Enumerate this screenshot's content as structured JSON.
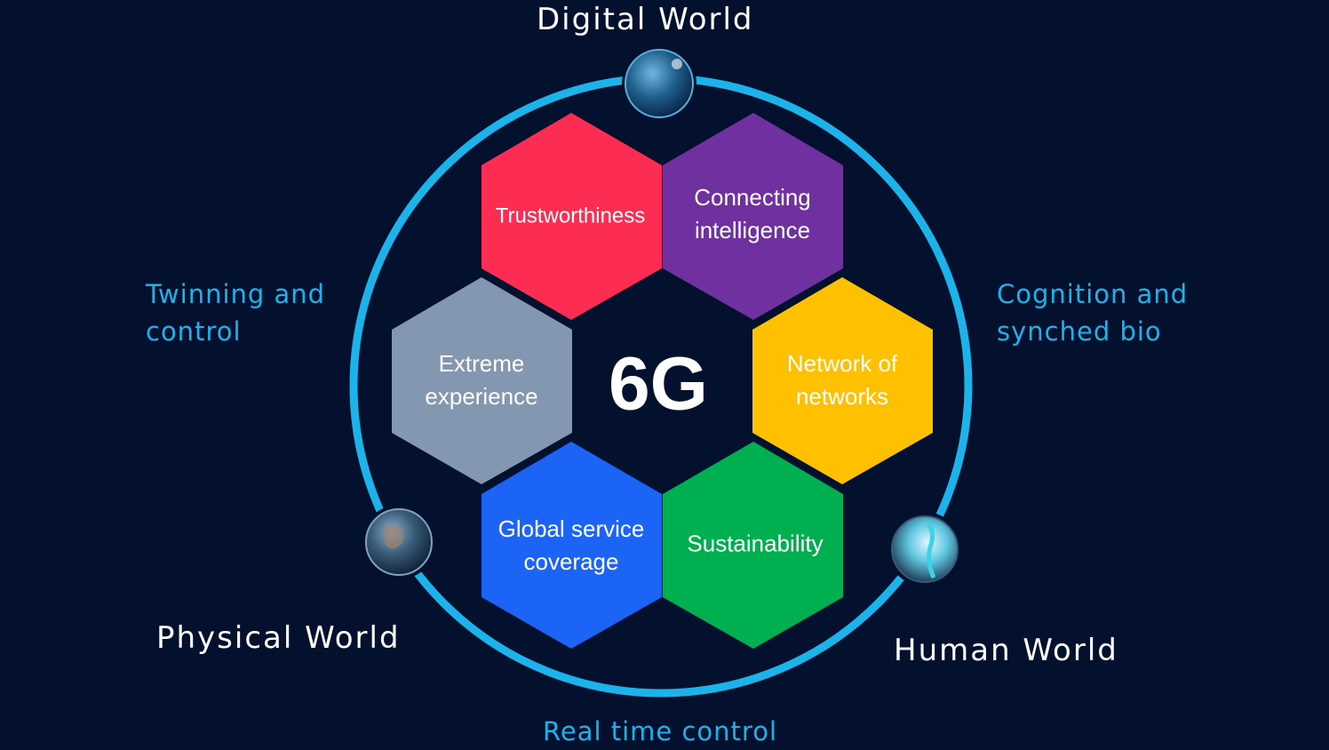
{
  "center": {
    "label": "6G"
  },
  "worlds": {
    "digital": "Digital World",
    "physical": "Physical World",
    "human": "Human World"
  },
  "aspects": {
    "twinning": [
      "Twinning and",
      "control"
    ],
    "cognition": [
      "Cognition and",
      "synched bio"
    ],
    "realtime": "Real time control"
  },
  "hexagons": [
    {
      "lines": [
        "Trustworthiness"
      ],
      "color": "#fd2c52"
    },
    {
      "lines": [
        "Connecting",
        "intelligence"
      ],
      "color": "#7030a0"
    },
    {
      "lines": [
        "Extreme",
        "experience"
      ],
      "color": "#8497b0"
    },
    {
      "lines": [
        "Network of",
        "networks"
      ],
      "color": "#ffc000"
    },
    {
      "lines": [
        "Global service",
        "coverage"
      ],
      "color": "#1b64f6"
    },
    {
      "lines": [
        "Sustainability"
      ],
      "color": "#00b050"
    }
  ],
  "colors": {
    "background": "#03112f",
    "ring": "#1cb3ea",
    "accent_text": "#1cb3ea"
  }
}
